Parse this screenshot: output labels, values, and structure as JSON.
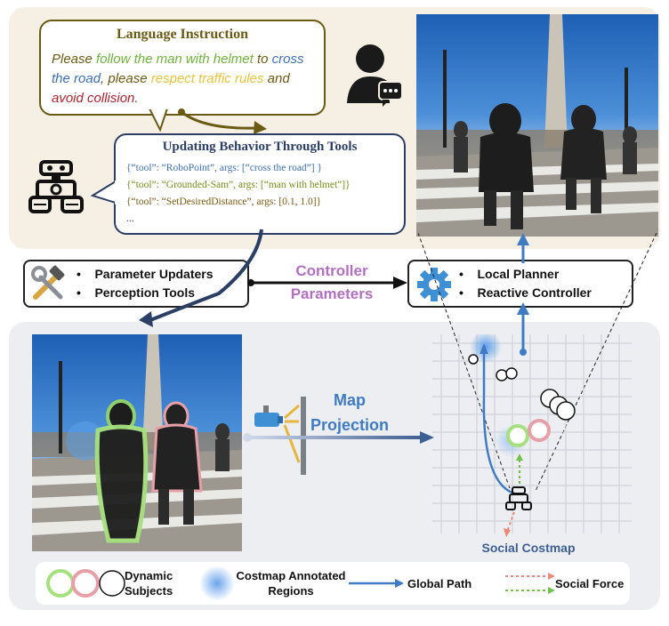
{
  "language_instruction": {
    "title": "Language Instruction",
    "seg1": "Please ",
    "seg2": "follow the man with helmet",
    "seg3": " to ",
    "seg4": "cross the road",
    "seg5": ", please ",
    "seg6": "respect traffic rules",
    "seg7": " and ",
    "seg8": "avoid collision",
    "seg9": "."
  },
  "tools_bubble": {
    "title": "Updating Behavior Through Tools",
    "lines": [
      "{“tool”: “RoboPoint”, args: [“cross the road”] }",
      "{“tool”: “Grounded-Sam”, args: [“man with helmet”]}",
      "{“tool”: “SetDesiredDistance”, args: [0.1, 1.0]}",
      "..."
    ]
  },
  "left_box": {
    "items": [
      "Parameter Updaters",
      "Perception Tools"
    ]
  },
  "right_box": {
    "items": [
      "Local Planner",
      "Reactive Controller"
    ]
  },
  "controller_label": {
    "line1": "Controller",
    "line2": "Parameters"
  },
  "map_projection": {
    "line1": "Map",
    "line2": "Projection"
  },
  "costmap_label": "Social Costmap",
  "legend": {
    "dynamic_subjects": "Dynamic Subjects",
    "costmap_regions": "Costmap Annotated Regions",
    "global_path": "Global Path",
    "social_force": "Social Force"
  },
  "colors": {
    "instruction_title": "#6b5a14",
    "green": "#6fb33a",
    "blue": "#3e6fb3",
    "yellow": "#e8c43b",
    "red": "#b3232e",
    "controller": "#b36fc1",
    "path_blue": "#3f7bc4"
  },
  "icons": [
    "user-chat-icon",
    "robot-icon",
    "tools-icon",
    "gear-icon",
    "camera-icon"
  ]
}
